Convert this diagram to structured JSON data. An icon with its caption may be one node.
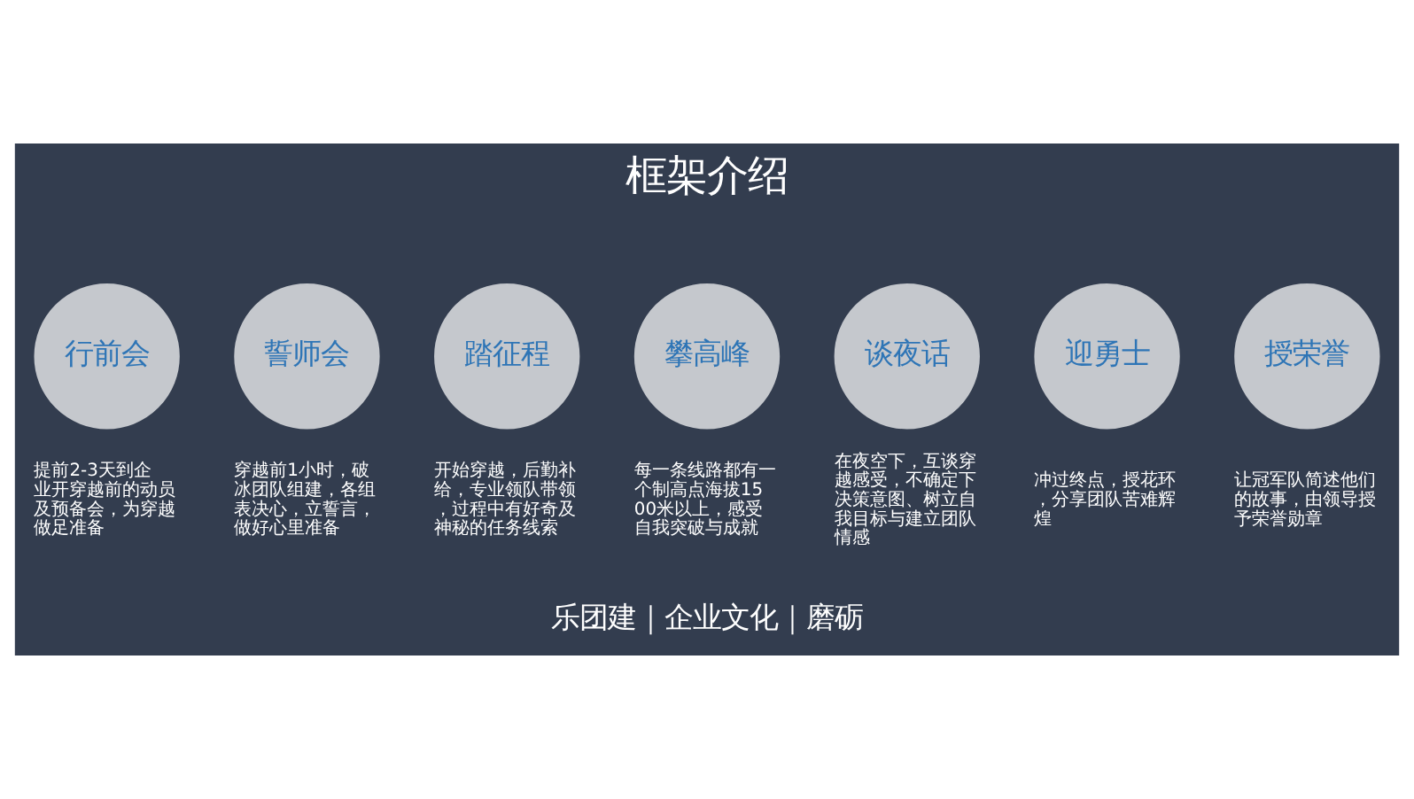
{
  "diagram": {
    "title": "框架介绍",
    "nodes": [
      {
        "text": [
          "行前会"
        ],
        "beside": [
          "提前2-3天到企业开穿越前的动员及预备会，为穿越做足准备"
        ]
      },
      {
        "text": [
          "誓师会"
        ],
        "beside": [
          "穿越前1小时，破冰团队组建，各组表决心，立誓言，做好心里准备"
        ]
      },
      {
        "text": [
          "踏征程"
        ],
        "beside": [
          "开始穿越，后勤补给，专业领队带领，过程中有好奇及神秘的任务线索"
        ]
      },
      {
        "text": [
          "攀高峰"
        ],
        "beside": [
          "每一条线路都有一个制高点海拔1500米以上，感受自我突破与成就"
        ]
      },
      {
        "text": [
          "谈夜话"
        ],
        "beside": [
          "在夜空下，互谈穿越感受，不确定下决策意图、树立自我目标与建立团队情感"
        ]
      },
      {
        "text": [
          "迎勇士"
        ],
        "beside": [
          "冲过终点，授花环，分享团队苦难辉煌"
        ]
      },
      {
        "text": [
          "授荣誉"
        ],
        "beside": [
          "让冠军队简述他们的故事，由领导授予荣誉勋章"
        ]
      }
    ],
    "edges": [],
    "labels": [
      "乐团建｜企业文化｜磨砺"
    ]
  }
}
